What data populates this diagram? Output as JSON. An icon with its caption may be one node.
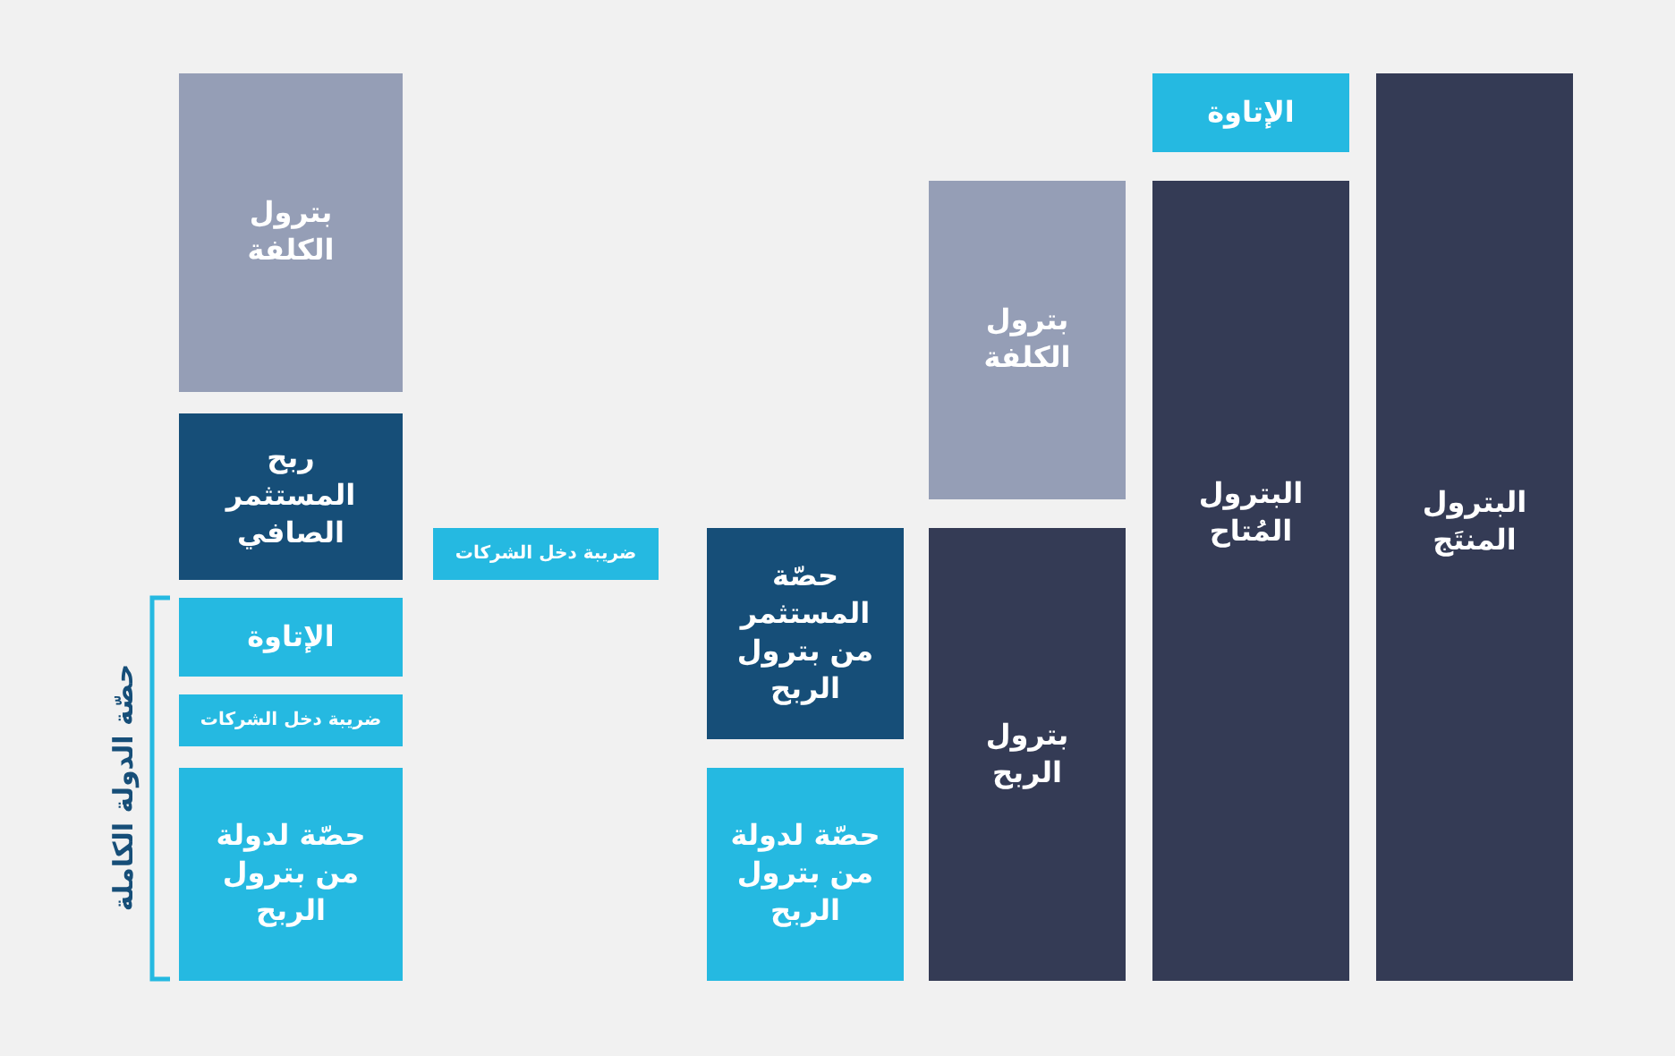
{
  "diagram": {
    "nodes": [
      {
        "text": [
          "البترول المنتَج"
        ]
      },
      {
        "text": [
          "الإتاوة"
        ]
      },
      {
        "text": [
          "البترول المُتاح"
        ]
      },
      {
        "text": [
          "بترول الكلفة"
        ]
      },
      {
        "text": [
          "بترول الربح"
        ]
      },
      {
        "text": [
          "حصّة المستثمر من بترول الربح"
        ]
      },
      {
        "text": [
          "حصّة لدولة من بترول الربح"
        ]
      },
      {
        "text": [
          "ضريبة دخل الشركات"
        ]
      },
      {
        "text": [
          "بترول الكلفة"
        ]
      },
      {
        "text": [
          "ربح المستثمر الصافي"
        ]
      },
      {
        "text": [
          "الإتاوة"
        ]
      },
      {
        "text": [
          "ضريبة دخل الشركات"
        ]
      },
      {
        "text": [
          "حصّة لدولة من بترول الربح"
        ]
      }
    ],
    "labels": [
      "حصّة الدولة الكاملة"
    ]
  }
}
